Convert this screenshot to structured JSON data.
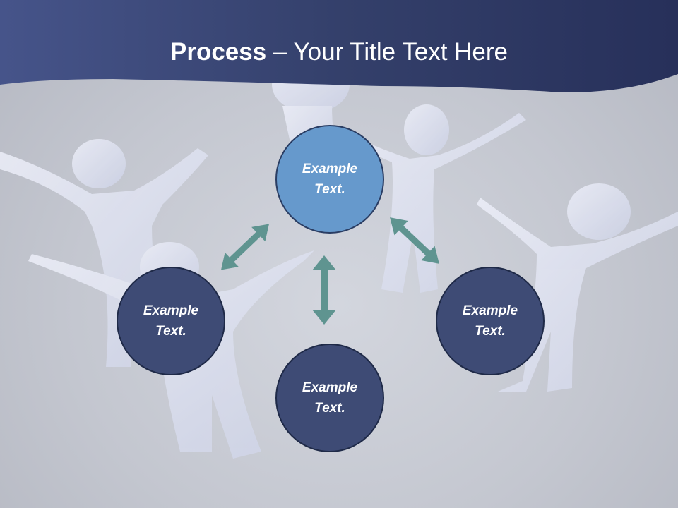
{
  "title": {
    "bold": "Process",
    "rest": " – Your Title Text Here"
  },
  "nodes": {
    "top": "Example Text.",
    "left": "Example Text.",
    "bottom": "Example Text.",
    "right": "Example Text."
  },
  "colors": {
    "header_band": "#3a4673",
    "node_dark": "#3e4b75",
    "node_highlight": "#6699cc",
    "arrow": "#5f9490"
  }
}
